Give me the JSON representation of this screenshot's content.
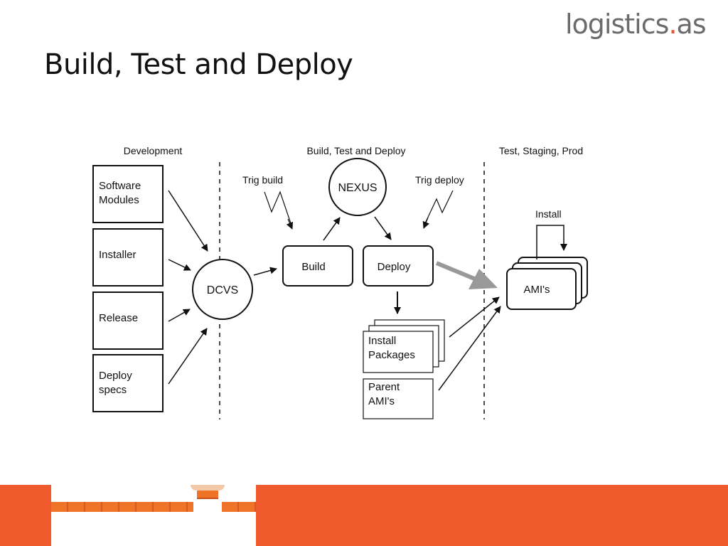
{
  "logo": {
    "main": "logistics",
    "dot": ".",
    "tld": "as"
  },
  "title": "Build, Test and Deploy",
  "sections": {
    "development": "Development",
    "build_test_deploy": "Build, Test and Deploy",
    "test_staging_prod": "Test, Staging, Prod"
  },
  "inputs": [
    {
      "line1": "Software",
      "line2": "Modules"
    },
    {
      "line1": "Installer",
      "line2": ""
    },
    {
      "line1": "Release",
      "line2": ""
    },
    {
      "line1": "Deploy",
      "line2": "specs"
    }
  ],
  "nodes": {
    "dcvs": "DCVS",
    "nexus": "NEXUS",
    "build": "Build",
    "deploy": "Deploy",
    "amis": "AMI's",
    "install_packages": {
      "line1": "Install",
      "line2": "Packages"
    },
    "parent_amis": {
      "line1": "Parent",
      "line2": "AMI's"
    }
  },
  "triggers": {
    "trig_build": "Trig build",
    "trig_deploy": "Trig deploy",
    "install": "Install"
  },
  "colors": {
    "accent": "#ef5a2c",
    "logo_gray": "#6b6b6b",
    "thick_arrow": "#999999"
  }
}
